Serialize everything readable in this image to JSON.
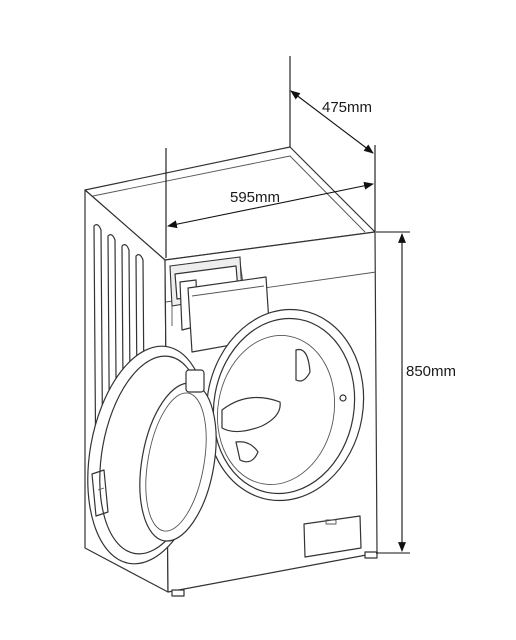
{
  "dimensions": {
    "depth_label": "475mm",
    "width_label": "595mm",
    "height_label": "850mm"
  },
  "colors": {
    "line": "#333333",
    "background": "#ffffff"
  }
}
